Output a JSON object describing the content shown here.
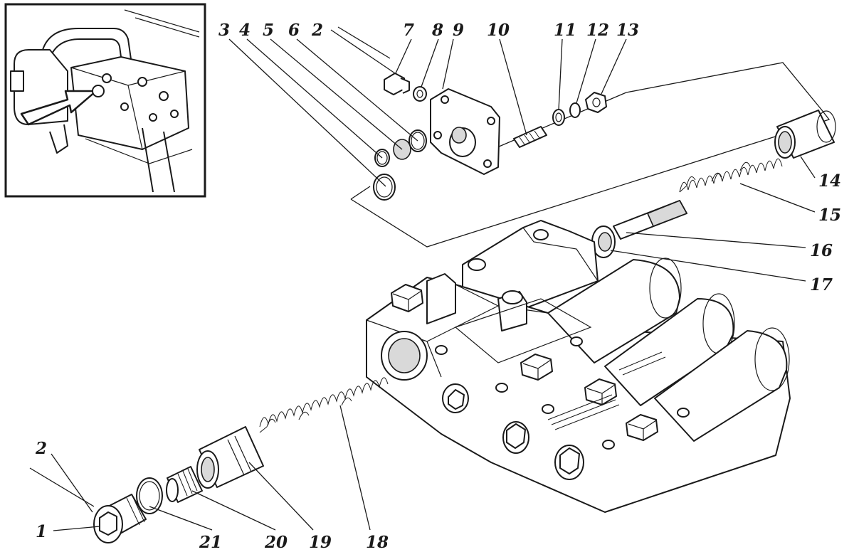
{
  "callouts": [
    {
      "id": "c1",
      "label": "1"
    },
    {
      "id": "c2a",
      "label": "2"
    },
    {
      "id": "c2b",
      "label": "2"
    },
    {
      "id": "c3",
      "label": "3"
    },
    {
      "id": "c4",
      "label": "4"
    },
    {
      "id": "c5",
      "label": "5"
    },
    {
      "id": "c6",
      "label": "6"
    },
    {
      "id": "c7",
      "label": "7"
    },
    {
      "id": "c8",
      "label": "8"
    },
    {
      "id": "c9",
      "label": "9"
    },
    {
      "id": "c10",
      "label": "10"
    },
    {
      "id": "c11",
      "label": "11"
    },
    {
      "id": "c12",
      "label": "12"
    },
    {
      "id": "c13",
      "label": "13"
    },
    {
      "id": "c14",
      "label": "14"
    },
    {
      "id": "c15",
      "label": "15"
    },
    {
      "id": "c16",
      "label": "16"
    },
    {
      "id": "c17",
      "label": "17"
    },
    {
      "id": "c18",
      "label": "18"
    },
    {
      "id": "c19",
      "label": "19"
    },
    {
      "id": "c20",
      "label": "20"
    },
    {
      "id": "c21",
      "label": "21"
    }
  ],
  "colors": {
    "ink": "#1a1a1a",
    "paper": "#ffffff"
  }
}
